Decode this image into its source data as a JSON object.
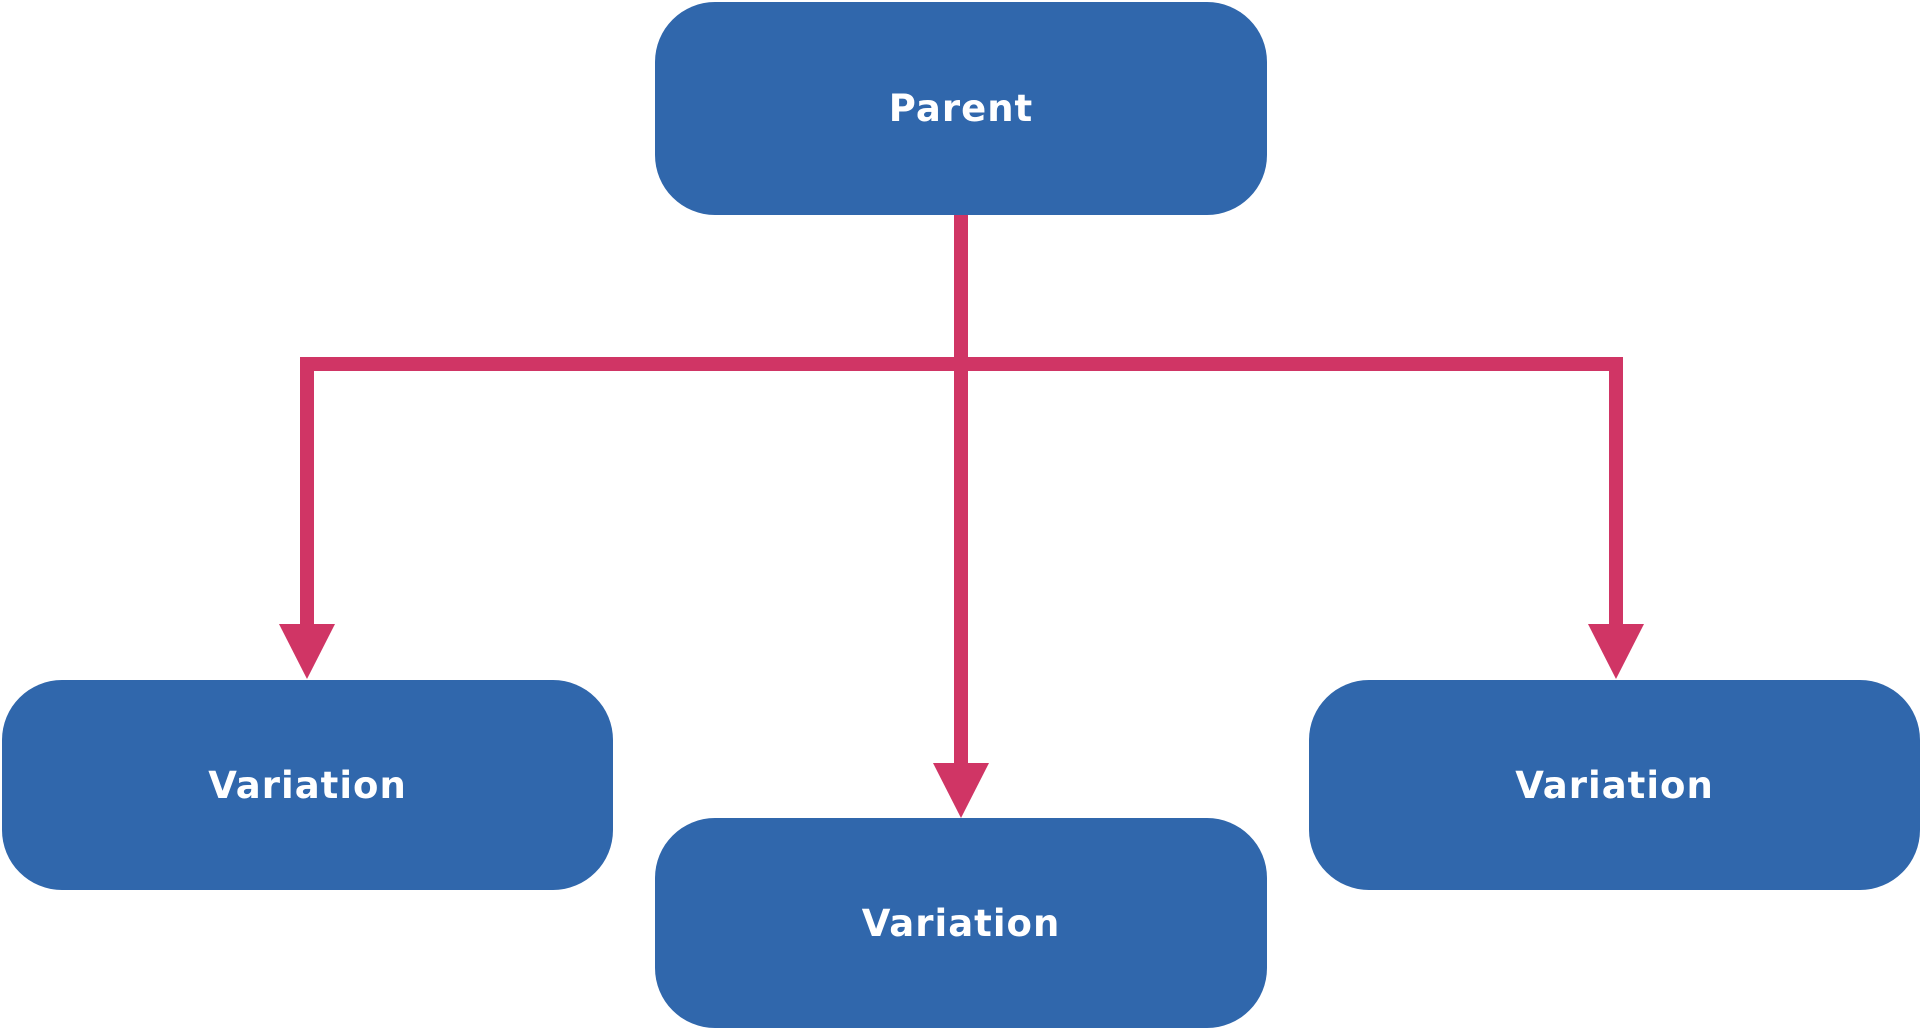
{
  "colors": {
    "node_fill": "#3067ac",
    "node_text": "#ffffff",
    "connector": "#d03565",
    "background": "#ffffff"
  },
  "nodes": {
    "parent": {
      "label": "Parent"
    },
    "left": {
      "label": "Variation"
    },
    "center": {
      "label": "Variation"
    },
    "right": {
      "label": "Variation"
    }
  },
  "edges": [
    {
      "from": "parent",
      "to": "left"
    },
    {
      "from": "parent",
      "to": "center"
    },
    {
      "from": "parent",
      "to": "right"
    }
  ]
}
